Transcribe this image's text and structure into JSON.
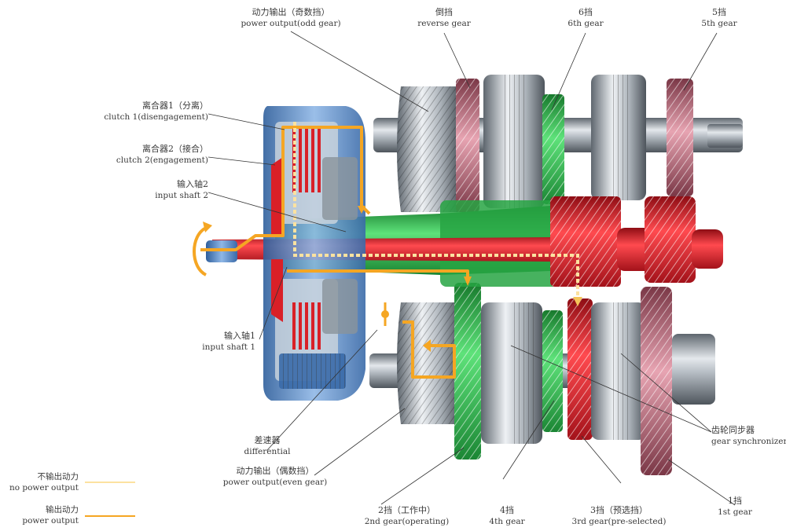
{
  "labels": {
    "power_output_odd": {
      "zh": "动力输出（奇数挡）",
      "en": "power output(odd gear)"
    },
    "reverse_gear": {
      "zh": "倒挡",
      "en": "reverse gear"
    },
    "sixth_gear": {
      "zh": "6挡",
      "en": "6th gear"
    },
    "fifth_gear": {
      "zh": "5挡",
      "en": "5th gear"
    },
    "clutch1": {
      "zh": "离合器1（分离）",
      "en": "clutch 1(disengagement)"
    },
    "clutch2": {
      "zh": "离合器2（接合）",
      "en": "clutch 2(engagement)"
    },
    "input_shaft2": {
      "zh": "输入轴2",
      "en": "input shaft 2"
    },
    "input_shaft1": {
      "zh": "输入轴1",
      "en": "input shaft 1"
    },
    "differential": {
      "zh": "差速器",
      "en": "differential"
    },
    "power_output_even": {
      "zh": "动力输出（偶数挡）",
      "en": "power output(even gear)"
    },
    "gear_synchronizer": {
      "zh": "齿轮同步器",
      "en": "gear synchronizer"
    },
    "second_gear": {
      "zh": "2挡（工作中）",
      "en": "2nd gear(operating)"
    },
    "fourth_gear": {
      "zh": "4挡",
      "en": "4th gear"
    },
    "third_gear": {
      "zh": "3挡（预选挡）",
      "en": "3rd gear(pre-selected)"
    },
    "first_gear": {
      "zh": "1挡",
      "en": "1st gear"
    }
  },
  "legend": {
    "no_power": {
      "zh": "不输出动力",
      "en": "no power output"
    },
    "power": {
      "zh": "输出动力",
      "en": "power output"
    }
  },
  "colors": {
    "power_output": "#f5a623",
    "no_power_output": "#f5c55a",
    "red_shaft": "#e0202a",
    "green_shaft": "#2fb24a",
    "clutch_blue": "#5b8fc9",
    "steel": "#9aa3ab"
  }
}
